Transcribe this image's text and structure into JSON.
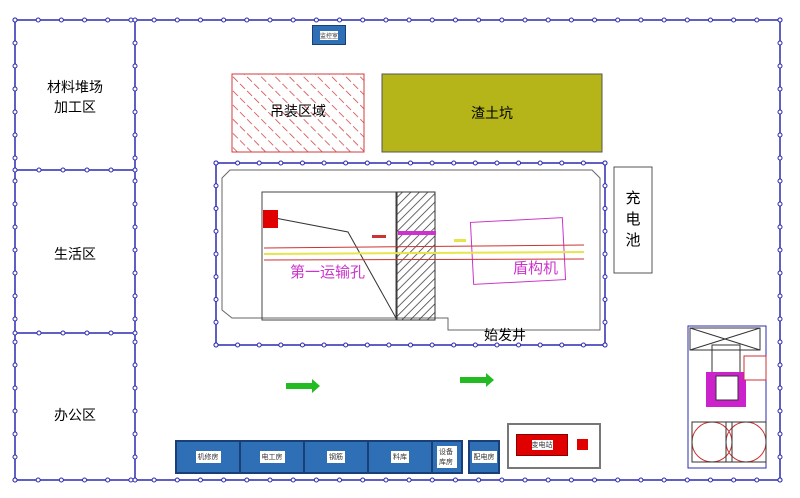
{
  "zones": {
    "material_yard": "材料堆场\n加工区",
    "living_area": "生活区",
    "office_area": "办公区"
  },
  "top_building": "监控室",
  "lifting_area": "吊装区域",
  "muck_pit": "渣土坑",
  "charging_station": "充电池",
  "first_transport_hole": "第一运输孔",
  "shield_machine": "盾构机",
  "launch_shaft": "始发井",
  "buildings": [
    "机修房",
    "电工房",
    "钢筋",
    "料库",
    "设备库房",
    "配电房"
  ],
  "substation": "变电站",
  "colors": {
    "fence": "#2b2bb0",
    "hatch": "#d23c3c",
    "muck": "#b5b51a",
    "building": "#2f6fb5",
    "magenta": "#cc33cc",
    "arrow": "#22bb22",
    "red": "#e00000"
  }
}
